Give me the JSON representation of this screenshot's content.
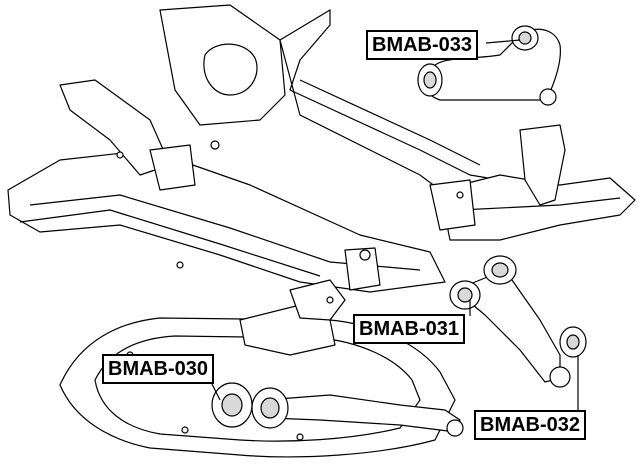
{
  "diagram": {
    "part_labels": {
      "upper_arm": "BMAB-033",
      "lower_arm_front": "BMAB-031",
      "rear_bushing": "BMAB-030",
      "tension_strut": "BMAB-032"
    },
    "colors": {
      "line": "#000000",
      "fill": "#ffffff",
      "shade": "#d9d9d9"
    }
  }
}
